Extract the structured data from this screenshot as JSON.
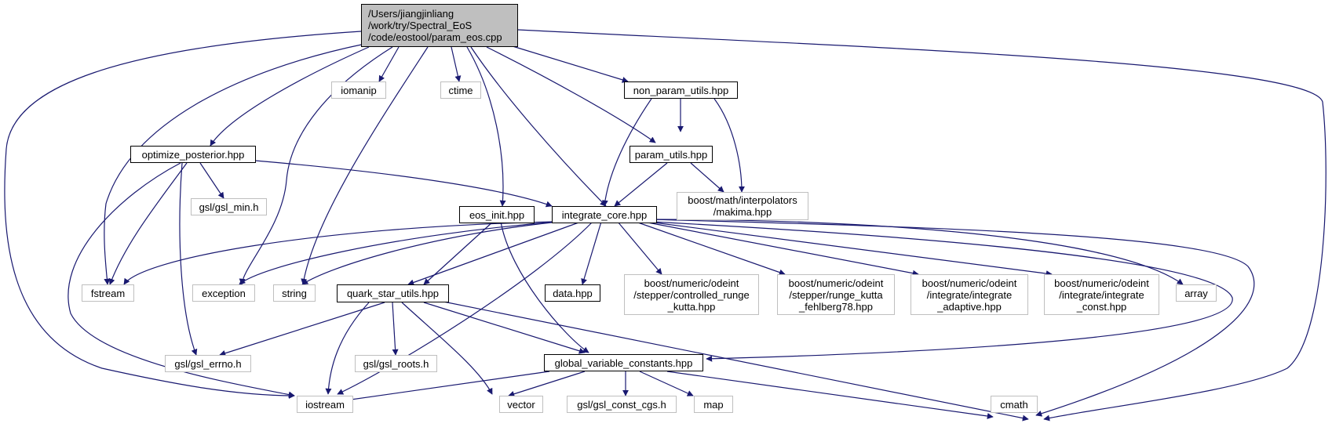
{
  "colors": {
    "edge": "#191970",
    "root_fill": "#bfbfbf",
    "system_border": "#bfbfbf",
    "project_border": "#000000"
  },
  "nodes": {
    "root": "/Users/jiangjinliang\n/work/try/Spectral_EoS\n/code/eostool/param_eos.cpp",
    "iomanip": "iomanip",
    "ctime": "ctime",
    "non_param_utils": "non_param_utils.hpp",
    "optimize_posterior": "optimize_posterior.hpp",
    "param_utils": "param_utils.hpp",
    "gsl_min": "gsl/gsl_min.h",
    "makima": "boost/math/interpolators\n/makima.hpp",
    "eos_init": "eos_init.hpp",
    "integrate_core": "integrate_core.hpp",
    "fstream": "fstream",
    "exception": "exception",
    "string": "string",
    "quark_star_utils": "quark_star_utils.hpp",
    "data": "data.hpp",
    "controlled_runge_kutta": "boost/numeric/odeint\n/stepper/controlled_runge\n_kutta.hpp",
    "runge_kutta_fehlberg78": "boost/numeric/odeint\n/stepper/runge_kutta\n_fehlberg78.hpp",
    "integrate_adaptive": "boost/numeric/odeint\n/integrate/integrate\n_adaptive.hpp",
    "integrate_const": "boost/numeric/odeint\n/integrate/integrate\n_const.hpp",
    "array": "array",
    "gsl_errno": "gsl/gsl_errno.h",
    "gsl_roots": "gsl/gsl_roots.h",
    "global_variable_constants": "global_variable_constants.hpp",
    "iostream": "iostream",
    "vector": "vector",
    "gsl_const_cgs": "gsl/gsl_const_cgs.h",
    "map": "map",
    "cmath": "cmath"
  }
}
